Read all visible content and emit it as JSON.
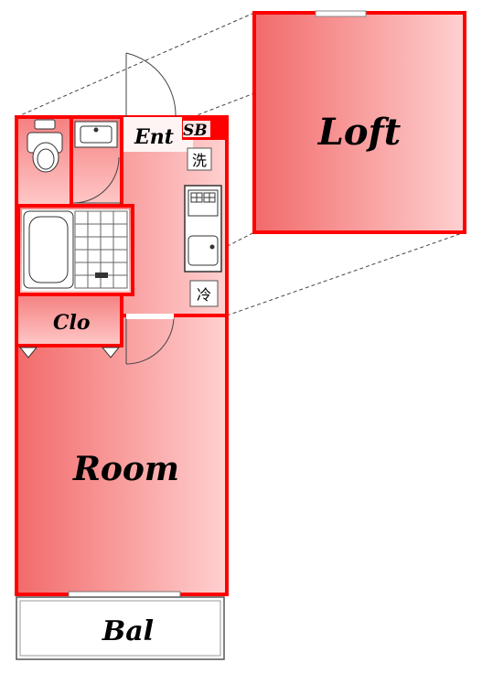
{
  "rooms": {
    "loft": "Loft",
    "room": "Room",
    "closet": "Clo",
    "entrance": "Ent",
    "shoe_box": "SB",
    "balcony": "Bal"
  },
  "fixtures": {
    "washer": "洗",
    "fridge": "冷"
  },
  "colors": {
    "wall": "#ff0000",
    "fill_dark": "#f26a6a",
    "fill_light": "#ffd0d0"
  }
}
